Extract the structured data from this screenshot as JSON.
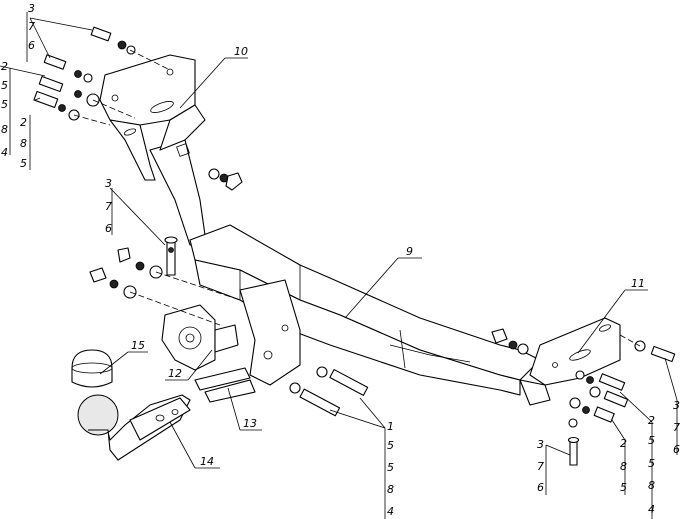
{
  "callouts": {
    "tl_a": [
      "3",
      "7",
      "6"
    ],
    "tl_b": [
      "2",
      "5",
      "5",
      "8",
      "4"
    ],
    "tl_c": [
      "2",
      "8",
      "5"
    ],
    "ml": [
      "3",
      "7",
      "6"
    ],
    "br_bottom": [
      "1",
      "5",
      "5",
      "8",
      "4"
    ],
    "br_pin": [
      "3",
      "7",
      "6"
    ],
    "br_mid": [
      "2",
      "8",
      "5"
    ],
    "br_b": [
      "2",
      "5",
      "5",
      "8",
      "4"
    ],
    "br_right": [
      "3",
      "7",
      "6"
    ]
  },
  "parts": {
    "p9": "9",
    "p10": "10",
    "p11": "11",
    "p12": "12",
    "p13": "13",
    "p14": "14",
    "p15": "15"
  }
}
